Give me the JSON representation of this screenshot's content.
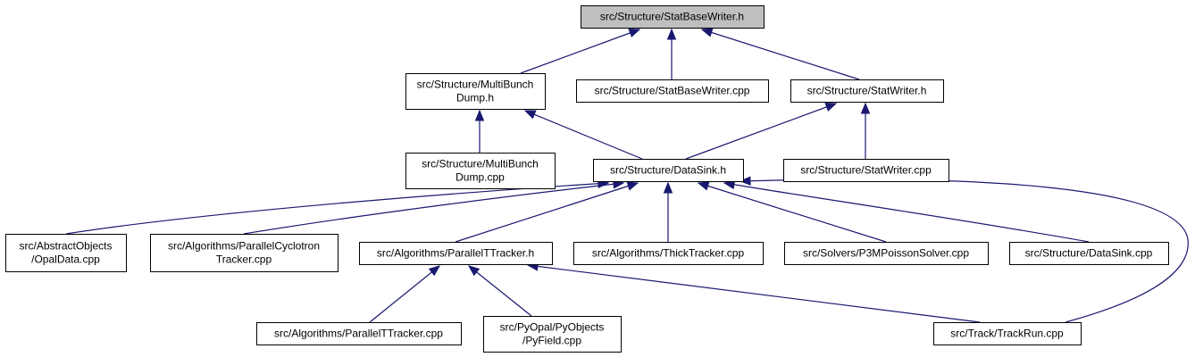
{
  "diagram": {
    "nodes": [
      {
        "id": "n0",
        "lines": [
          "src/Structure/StatBaseWriter.h"
        ],
        "root": true
      },
      {
        "id": "n1",
        "lines": [
          "src/Structure/MultiBunch",
          "Dump.h"
        ]
      },
      {
        "id": "n2",
        "lines": [
          "src/Structure/StatBaseWriter.cpp"
        ]
      },
      {
        "id": "n3",
        "lines": [
          "src/Structure/StatWriter.h"
        ]
      },
      {
        "id": "n4",
        "lines": [
          "src/Structure/MultiBunch",
          "Dump.cpp"
        ]
      },
      {
        "id": "n5",
        "lines": [
          "src/Structure/DataSink.h"
        ]
      },
      {
        "id": "n6",
        "lines": [
          "src/Structure/StatWriter.cpp"
        ]
      },
      {
        "id": "n7",
        "lines": [
          "src/AbstractObjects",
          "/OpalData.cpp"
        ]
      },
      {
        "id": "n8",
        "lines": [
          "src/Algorithms/ParallelCyclotron",
          "Tracker.cpp"
        ]
      },
      {
        "id": "n9",
        "lines": [
          "src/Algorithms/ParallelTTracker.h"
        ]
      },
      {
        "id": "n10",
        "lines": [
          "src/Algorithms/ThickTracker.cpp"
        ]
      },
      {
        "id": "n11",
        "lines": [
          "src/Solvers/P3MPoissonSolver.cpp"
        ]
      },
      {
        "id": "n12",
        "lines": [
          "src/Structure/DataSink.cpp"
        ]
      },
      {
        "id": "n13",
        "lines": [
          "src/Algorithms/ParallelTTracker.cpp"
        ]
      },
      {
        "id": "n14",
        "lines": [
          "src/PyOpal/PyObjects",
          "/PyField.cpp"
        ]
      },
      {
        "id": "n15",
        "lines": [
          "src/Track/TrackRun.cpp"
        ]
      }
    ],
    "edges": [
      {
        "from": "n1",
        "to": "n0"
      },
      {
        "from": "n2",
        "to": "n0"
      },
      {
        "from": "n3",
        "to": "n0"
      },
      {
        "from": "n4",
        "to": "n1"
      },
      {
        "from": "n5",
        "to": "n1"
      },
      {
        "from": "n5",
        "to": "n3"
      },
      {
        "from": "n6",
        "to": "n3"
      },
      {
        "from": "n7",
        "to": "n5"
      },
      {
        "from": "n8",
        "to": "n5"
      },
      {
        "from": "n9",
        "to": "n5"
      },
      {
        "from": "n10",
        "to": "n5"
      },
      {
        "from": "n11",
        "to": "n5"
      },
      {
        "from": "n12",
        "to": "n5"
      },
      {
        "from": "n15",
        "to": "n5"
      },
      {
        "from": "n13",
        "to": "n9"
      },
      {
        "from": "n14",
        "to": "n9"
      },
      {
        "from": "n15",
        "to": "n9"
      }
    ],
    "colors": {
      "edge": "#191970",
      "root_fill": "#bfbfbf",
      "node_fill": "#ffffff",
      "node_border": "#000000"
    }
  }
}
